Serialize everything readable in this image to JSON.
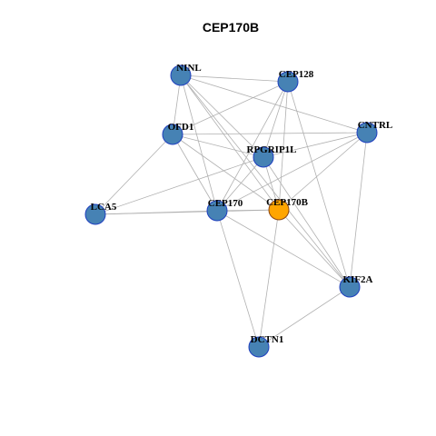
{
  "title": "CEP170B",
  "colors": {
    "node_fill": "#4682B4",
    "node_stroke": "#1f3fbf",
    "focus_fill": "#FFA500",
    "focus_stroke": "#8B4513",
    "edge": "#b0b0b0"
  },
  "nodes": [
    {
      "id": "NINL",
      "focus": false
    },
    {
      "id": "CEP128",
      "focus": false
    },
    {
      "id": "OFD1",
      "focus": false
    },
    {
      "id": "CNTRL",
      "focus": false
    },
    {
      "id": "RPGRIP1L",
      "focus": false
    },
    {
      "id": "LCA5",
      "focus": false
    },
    {
      "id": "CEP170",
      "focus": false
    },
    {
      "id": "CEP170B",
      "focus": true
    },
    {
      "id": "KIF2A",
      "focus": false
    },
    {
      "id": "DCTN1",
      "focus": false
    }
  ],
  "edges": [
    [
      "NINL",
      "CEP128"
    ],
    [
      "NINL",
      "CNTRL"
    ],
    [
      "NINL",
      "OFD1"
    ],
    [
      "NINL",
      "RPGRIP1L"
    ],
    [
      "NINL",
      "CEP170"
    ],
    [
      "NINL",
      "CEP170B"
    ],
    [
      "NINL",
      "KIF2A"
    ],
    [
      "CEP128",
      "OFD1"
    ],
    [
      "CEP128",
      "RPGRIP1L"
    ],
    [
      "CEP128",
      "CEP170"
    ],
    [
      "CEP128",
      "CEP170B"
    ],
    [
      "CEP128",
      "KIF2A"
    ],
    [
      "OFD1",
      "CNTRL"
    ],
    [
      "OFD1",
      "RPGRIP1L"
    ],
    [
      "OFD1",
      "LCA5"
    ],
    [
      "OFD1",
      "CEP170"
    ],
    [
      "OFD1",
      "CEP170B"
    ],
    [
      "CNTRL",
      "RPGRIP1L"
    ],
    [
      "CNTRL",
      "CEP170"
    ],
    [
      "CNTRL",
      "CEP170B"
    ],
    [
      "CNTRL",
      "KIF2A"
    ],
    [
      "RPGRIP1L",
      "LCA5"
    ],
    [
      "RPGRIP1L",
      "CEP170"
    ],
    [
      "RPGRIP1L",
      "CEP170B"
    ],
    [
      "RPGRIP1L",
      "KIF2A"
    ],
    [
      "LCA5",
      "CEP170"
    ],
    [
      "LCA5",
      "CEP170B"
    ],
    [
      "CEP170",
      "CEP170B"
    ],
    [
      "CEP170",
      "KIF2A"
    ],
    [
      "CEP170",
      "DCTN1"
    ],
    [
      "CEP170B",
      "KIF2A"
    ],
    [
      "CEP170B",
      "DCTN1"
    ],
    [
      "KIF2A",
      "DCTN1"
    ]
  ]
}
